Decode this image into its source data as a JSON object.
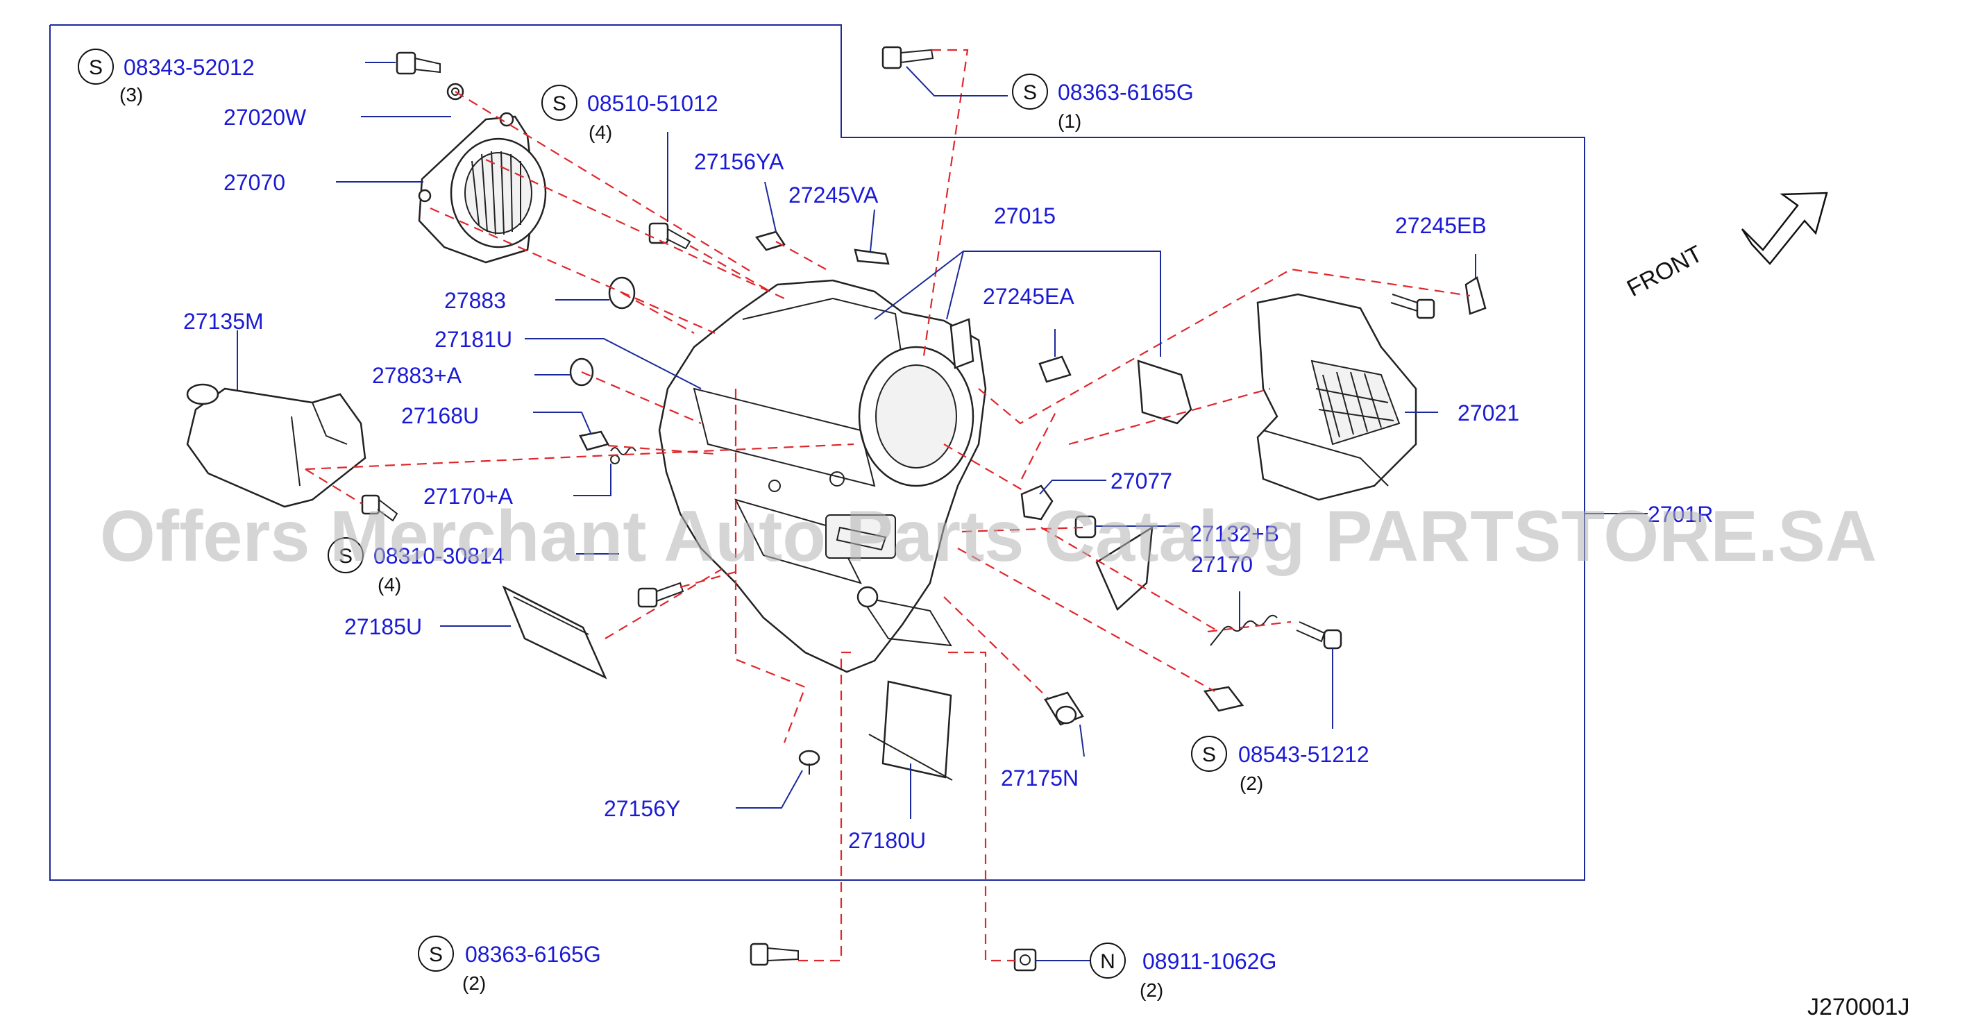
{
  "drawing_code": "J270001J",
  "front_label": "FRONT",
  "watermark": "Offers Merchant Auto Parts Catalog PARTSTORE.SA",
  "parts": [
    {
      "id": "p27020W",
      "label": "27020W"
    },
    {
      "id": "p27070",
      "label": "27070"
    },
    {
      "id": "p27156YA",
      "label": "27156YA"
    },
    {
      "id": "p27245VA",
      "label": "27245VA"
    },
    {
      "id": "p27015",
      "label": "27015"
    },
    {
      "id": "p27245EB",
      "label": "27245EB"
    },
    {
      "id": "p27883",
      "label": "27883"
    },
    {
      "id": "p27245EA",
      "label": "27245EA"
    },
    {
      "id": "p27135M",
      "label": "27135M"
    },
    {
      "id": "p27181U",
      "label": "27181U"
    },
    {
      "id": "p27883A",
      "label": "27883+A"
    },
    {
      "id": "p27021",
      "label": "27021"
    },
    {
      "id": "p27168U",
      "label": "27168U"
    },
    {
      "id": "p27077",
      "label": "27077"
    },
    {
      "id": "p27170A",
      "label": "27170+A"
    },
    {
      "id": "p2701R",
      "label": "2701R"
    },
    {
      "id": "p27132B",
      "label": "27132+B"
    },
    {
      "id": "p27170",
      "label": "27170"
    },
    {
      "id": "p27185U",
      "label": "27185U"
    },
    {
      "id": "p27175N",
      "label": "27175N"
    },
    {
      "id": "p27156Y",
      "label": "27156Y"
    },
    {
      "id": "p27180U",
      "label": "27180U"
    }
  ],
  "fasteners": [
    {
      "id": "f1",
      "marker": "S",
      "part": "08343-52012",
      "qty": "(3)"
    },
    {
      "id": "f2",
      "marker": "S",
      "part": "08510-51012",
      "qty": "(4)"
    },
    {
      "id": "f3",
      "marker": "S",
      "part": "08363-6165G",
      "qty": "(1)"
    },
    {
      "id": "f4",
      "marker": "S",
      "part": "08310-30814",
      "qty": "(4)"
    },
    {
      "id": "f5",
      "marker": "S",
      "part": "08543-51212",
      "qty": "(2)"
    },
    {
      "id": "f6",
      "marker": "S",
      "part": "08363-6165G",
      "qty": "(2)"
    },
    {
      "id": "f7",
      "marker": "N",
      "part": "08911-1062G",
      "qty": "(2)"
    }
  ]
}
